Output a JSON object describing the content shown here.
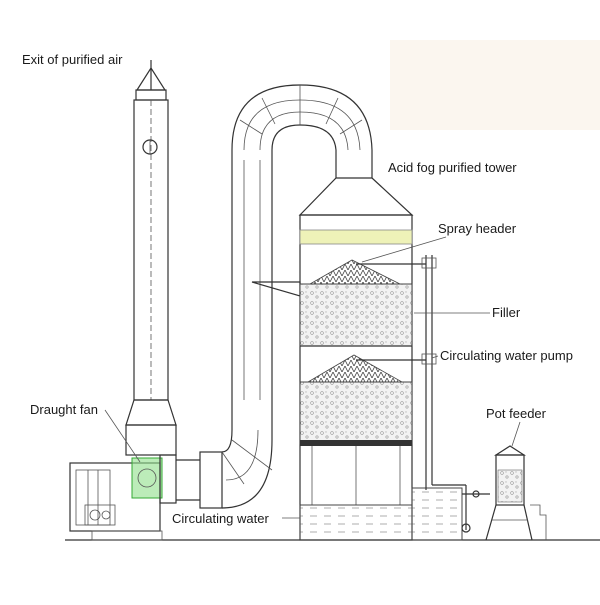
{
  "labels": {
    "exit": "Exit of purified air",
    "tower": "Acid fog purified tower",
    "spray": "Spray header",
    "filler": "Filler",
    "pump": "Circulating water pump",
    "fan": "Draught fan",
    "pot": "Pot feeder",
    "water": "Circulating water"
  },
  "colors": {
    "line": "#333333",
    "band": "#eef2b8",
    "fan_highlight": "#8fe08a",
    "background_corner": "#fbf6ef"
  }
}
